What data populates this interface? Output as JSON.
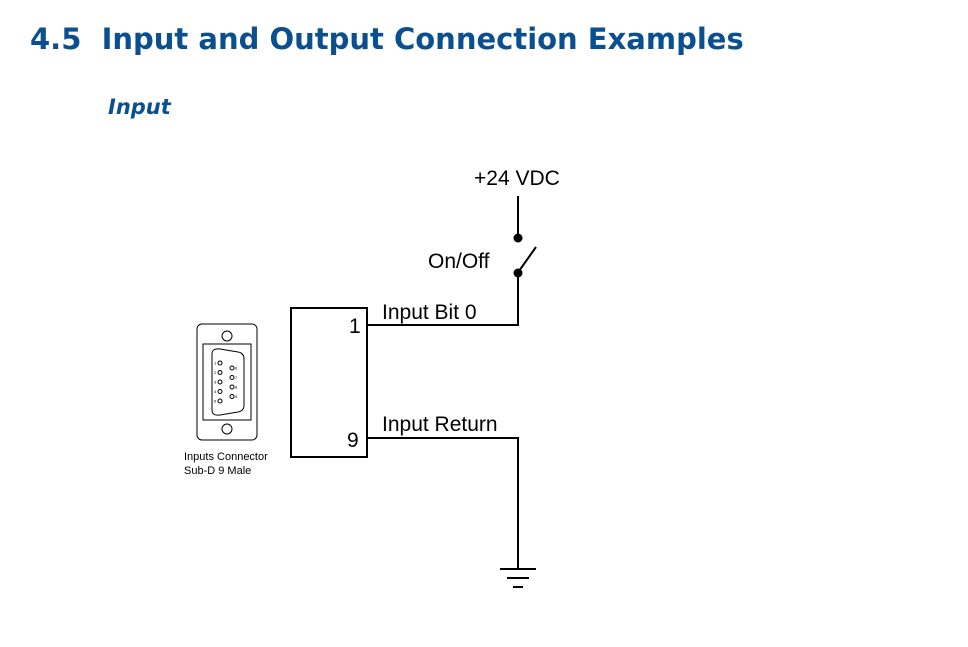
{
  "section": {
    "number": "4.5",
    "title": "Input and Output Connection Examples"
  },
  "subsection": "Input",
  "diagram": {
    "supply_label": "+24 VDC",
    "switch_label": "On/Off",
    "pin1_number": "1",
    "pin9_number": "9",
    "pin1_signal": "Input Bit 0",
    "pin9_signal": "Input Return",
    "connector_caption_line1": "Inputs Connector",
    "connector_caption_line2": "Sub-D 9 Male",
    "connector_pins": [
      "1",
      "2",
      "3",
      "4",
      "5",
      "6",
      "7",
      "8",
      "9"
    ]
  }
}
